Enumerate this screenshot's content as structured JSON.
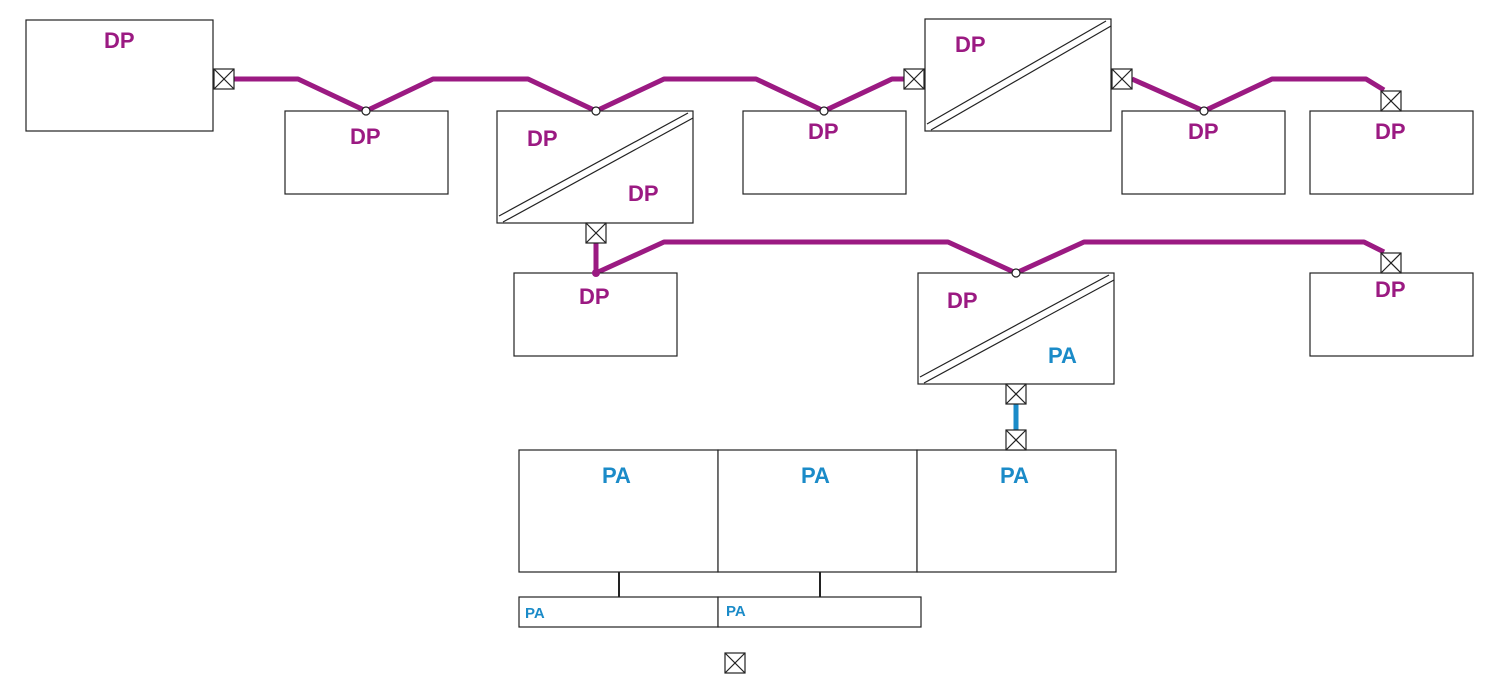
{
  "colors": {
    "dp": "#9b1a82",
    "pa": "#1b8bc8",
    "outline": "#222222"
  },
  "labels": {
    "dp_master": "DP",
    "dp_slave_1": "DP",
    "coupler_1_upper": "DP",
    "coupler_1_lower": "DP",
    "dp_slave_2": "DP",
    "link_1": "DP",
    "dp_slave_3": "DP",
    "dp_slave_4": "DP",
    "dp_slave_5": "DP",
    "coupler_2_upper": "DP",
    "coupler_2_lower": "PA",
    "dp_slave_6": "DP",
    "pa_device_1": "PA",
    "pa_device_2": "PA",
    "pa_device_3": "PA",
    "pa_sub_1": "PA",
    "pa_sub_2": "PA"
  }
}
